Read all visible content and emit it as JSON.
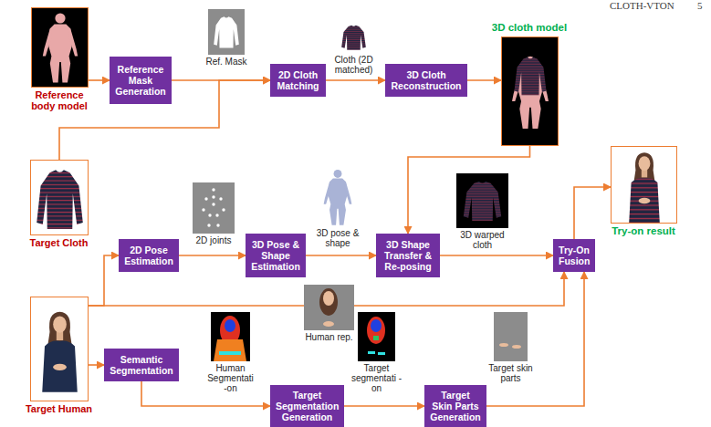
{
  "diagram": {
    "nodes": [
      {
        "text": [
          "Reference body model"
        ]
      },
      {
        "text": [
          "Reference Mask Generation"
        ]
      },
      {
        "text": [
          "Ref. Mask"
        ]
      },
      {
        "text": [
          "2D Cloth Matching"
        ]
      },
      {
        "text": [
          "Cloth (2D matched)"
        ]
      },
      {
        "text": [
          "3D Cloth Reconstruction"
        ]
      },
      {
        "text": [
          "3D cloth model"
        ]
      },
      {
        "text": [
          "Target Cloth"
        ]
      },
      {
        "text": [
          "2D Pose Estimation"
        ]
      },
      {
        "text": [
          "2D joints"
        ]
      },
      {
        "text": [
          "3D Pose & Shape Estimation"
        ]
      },
      {
        "text": [
          "3D pose & shape"
        ]
      },
      {
        "text": [
          "3D Shape Transfer & Re-posing"
        ]
      },
      {
        "text": [
          "3D warped cloth"
        ]
      },
      {
        "text": [
          "Try-On Fusion"
        ]
      },
      {
        "text": [
          "Try-on result"
        ]
      },
      {
        "text": [
          "Target Human"
        ]
      },
      {
        "text": [
          "Human rep."
        ]
      },
      {
        "text": [
          "Semantic Segmentation"
        ]
      },
      {
        "text": [
          "Human Segmentati -on"
        ]
      },
      {
        "text": [
          "Target Segmentation Generation"
        ]
      },
      {
        "text": [
          "Target segmentati -on"
        ]
      },
      {
        "text": [
          "Target Skin Parts Generation"
        ]
      },
      {
        "text": [
          "Target skin parts"
        ]
      }
    ],
    "edges": [
      {
        "from": 0,
        "to": 1,
        "arrow": "to"
      },
      {
        "from": 1,
        "to": 3,
        "arrow": "to"
      },
      {
        "from": 7,
        "to": 3,
        "arrow": "to"
      },
      {
        "from": 3,
        "to": 5,
        "arrow": "to"
      },
      {
        "from": 5,
        "to": 6,
        "arrow": "to"
      },
      {
        "from": 6,
        "to": 12,
        "arrow": "to"
      },
      {
        "from": 16,
        "to": 8,
        "arrow": "to"
      },
      {
        "from": 8,
        "to": 10,
        "arrow": "to"
      },
      {
        "from": 10,
        "to": 12,
        "arrow": "to"
      },
      {
        "from": 12,
        "to": 14,
        "arrow": "to"
      },
      {
        "from": 14,
        "to": 15,
        "arrow": "to"
      },
      {
        "from": 16,
        "to": 17,
        "arrow": "none"
      },
      {
        "from": 17,
        "to": 14,
        "arrow": "to"
      },
      {
        "from": 16,
        "to": 18,
        "arrow": "to"
      },
      {
        "from": 18,
        "to": 20,
        "arrow": "to"
      },
      {
        "from": 20,
        "to": 22,
        "arrow": "to"
      },
      {
        "from": 22,
        "to": 14,
        "arrow": "to"
      }
    ],
    "labels": [
      "CLOTH-VTON",
      "5"
    ]
  }
}
